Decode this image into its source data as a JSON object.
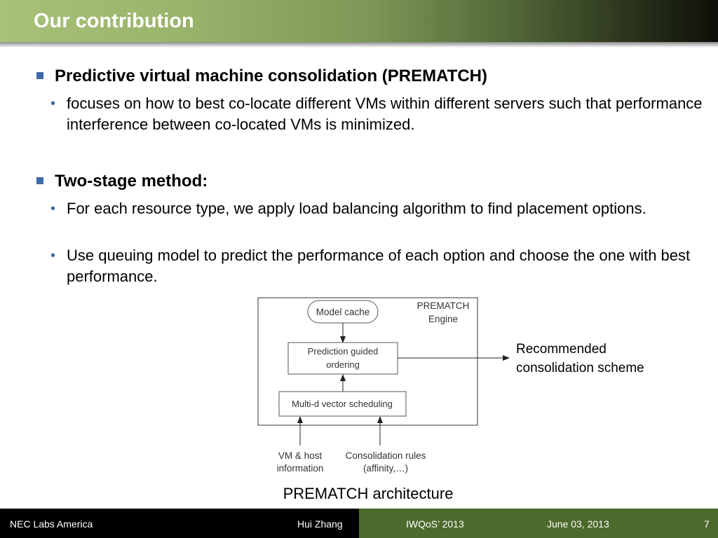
{
  "slide": {
    "title": "Our contribution"
  },
  "bullets": [
    {
      "text": "Predictive virtual machine consolidation (PREMATCH)",
      "sub": [
        "focuses on how to best co-locate different VMs within different servers such that performance interference between co-located VMs is minimized."
      ]
    },
    {
      "text": "Two-stage method:",
      "sub": [
        "For each resource type, we apply load balancing algorithm to find placement options.",
        "Use queuing model to predict the performance of each option and choose the one with best performance."
      ]
    }
  ],
  "diagram": {
    "engine_label_1": "PREMATCH",
    "engine_label_2": "Engine",
    "model_cache": "Model cache",
    "prediction_1": "Prediction guided",
    "prediction_2": "ordering",
    "scheduling": "Multi-d vector scheduling",
    "input1_1": "VM & host",
    "input1_2": "information",
    "input2_1": "Consolidation rules",
    "input2_2": "(affinity,…)",
    "output_1": "Recommended",
    "output_2": "consolidation scheme",
    "caption": "PREMATCH architecture"
  },
  "footer": {
    "org": "NEC Labs America",
    "author": "Hui Zhang",
    "venue": "IWQoS’ 2013",
    "date": "June 03, 2013",
    "page": "7"
  }
}
